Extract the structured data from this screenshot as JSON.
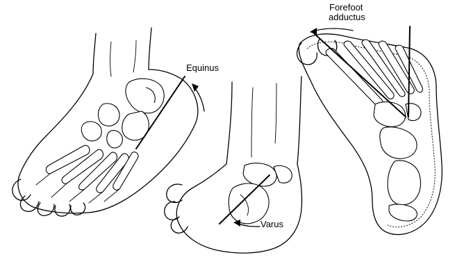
{
  "labels": {
    "equinus": "Equinus",
    "varus": "Varus",
    "forefoot_line1": "Forefoot",
    "forefoot_line2": "adductus"
  }
}
